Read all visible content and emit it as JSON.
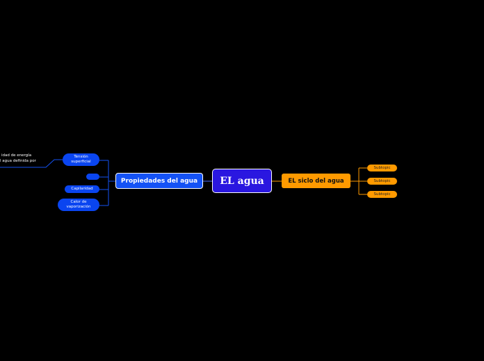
{
  "central": {
    "label": "EL agua"
  },
  "left_branch": {
    "label": "Propiedades del agua",
    "subtopics": [
      "Tensión superficial",
      "",
      "Capilaridad",
      "Calor de vaporización"
    ]
  },
  "note": {
    "lines": [
      "idad de energía",
      "l agua definida por"
    ]
  },
  "right_branch": {
    "label": "EL siclo del agua",
    "subtopics": [
      "Subtopic",
      "Subtopic",
      "Subtopic"
    ]
  },
  "colors": {
    "background": "#000000",
    "central": "#2a17e0",
    "left": "#1452f5",
    "right": "#ff9a00"
  }
}
